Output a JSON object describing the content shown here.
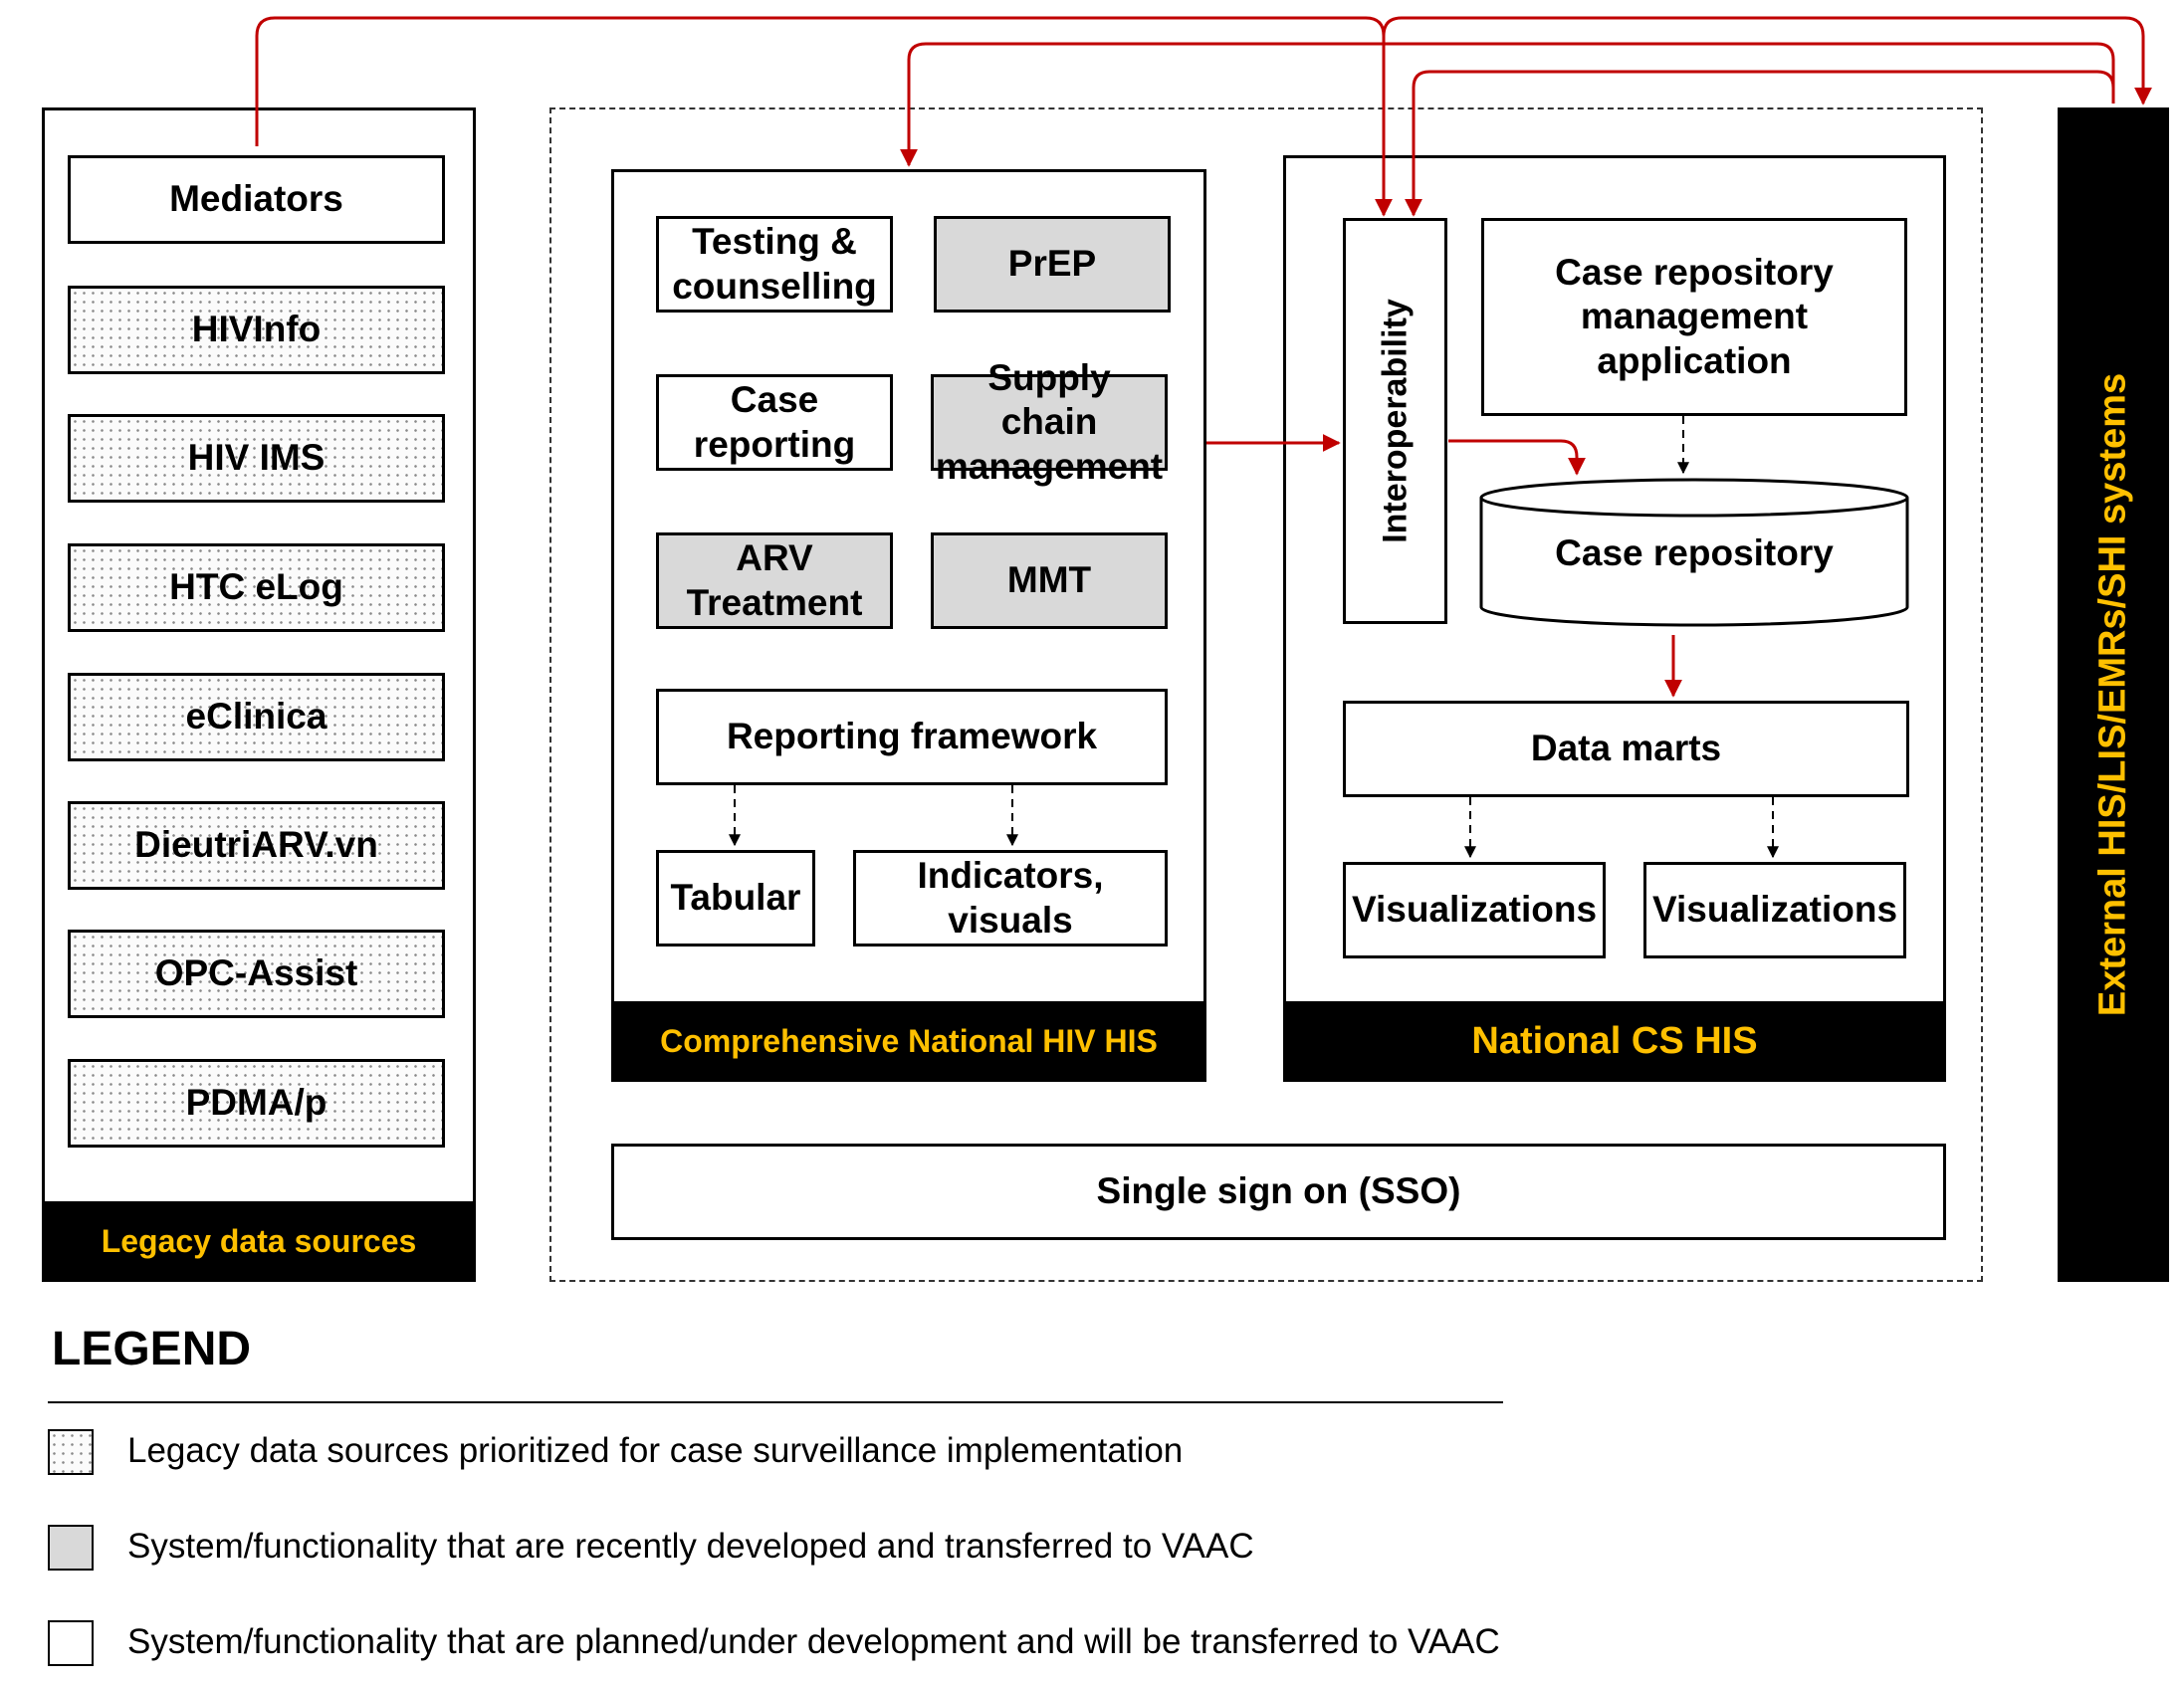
{
  "colors": {
    "accent_yellow": "#ffc000",
    "arrow_red": "#c00000",
    "dotted_fill": "#fbfbfb",
    "gray_fill": "#d9d9d9",
    "bar_black": "#000000"
  },
  "legacy": {
    "footer": "Legacy data sources",
    "mediators": "Mediators",
    "items": [
      "HIVInfo",
      "HIV IMS",
      "HTC eLog",
      "eClinica",
      "DieutriARV.vn",
      "OPC-Assist",
      "PDMA/p"
    ]
  },
  "hiv_his": {
    "footer": "Comprehensive National HIV HIS",
    "modules": {
      "testing": "Testing & counselling",
      "prep": "PrEP",
      "case_reporting": "Case reporting",
      "supply_chain": "Supply chain management",
      "arv_treatment": "ARV Treatment",
      "mmt": "MMT"
    },
    "reporting_framework": "Reporting framework",
    "tabular": "Tabular",
    "indicators": "Indicators, visuals"
  },
  "cs_his": {
    "footer": "National CS HIS",
    "interoperability": "Interoperability",
    "repo_app": "Case repository management application",
    "case_repository": "Case repository",
    "data_marts": "Data marts",
    "vis_left": "Visualizations",
    "vis_right": "Visualizations"
  },
  "sso": "Single sign on (SSO)",
  "external": "External HIS/LIS/EMRs/SHI systems",
  "legend": {
    "title": "LEGEND",
    "items": [
      {
        "swatch": "dotted",
        "text": "Legacy data sources prioritized for case surveillance implementation"
      },
      {
        "swatch": "gray",
        "text": "System/functionality that are recently developed and transferred to VAAC"
      },
      {
        "swatch": "white",
        "text": "System/functionality that are planned/under development and will be transferred to VAAC"
      }
    ]
  }
}
